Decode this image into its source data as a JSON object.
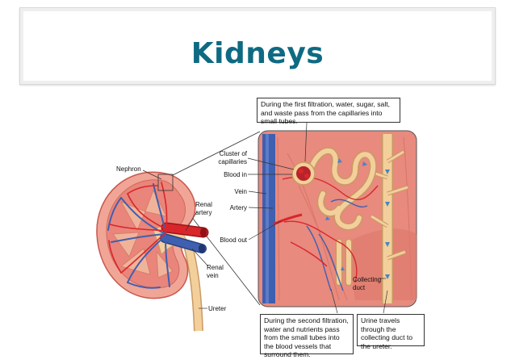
{
  "title": "Kidneys",
  "callouts": {
    "first_filtration": "During the first filtration, water, sugar, salt, and waste pass from the capillaries into small tubes.",
    "second_filtration": "During the second filtration, water and nutrients pass from the small tubes into the blood vessels that surround them.",
    "urine_travels": "Urine travels through the collecting duct to the ureter."
  },
  "labels": {
    "nephron": "Nephron",
    "renal_artery": "Renal\nartery",
    "renal_vein": "Renal\nvein",
    "ureter": "Ureter",
    "cluster": "Cluster of\ncapillaries",
    "blood_in": "Blood in",
    "vein": "Vein",
    "artery": "Artery",
    "blood_out": "Blood out",
    "collecting_duct": "Collecting\nduct"
  },
  "colors": {
    "title": "#0e6a83",
    "tissue": "#e9857a",
    "artery": "#d9262b",
    "vein": "#3f5fb0",
    "tubule": "#f2c48a",
    "ureter": "#f3cf9b"
  }
}
